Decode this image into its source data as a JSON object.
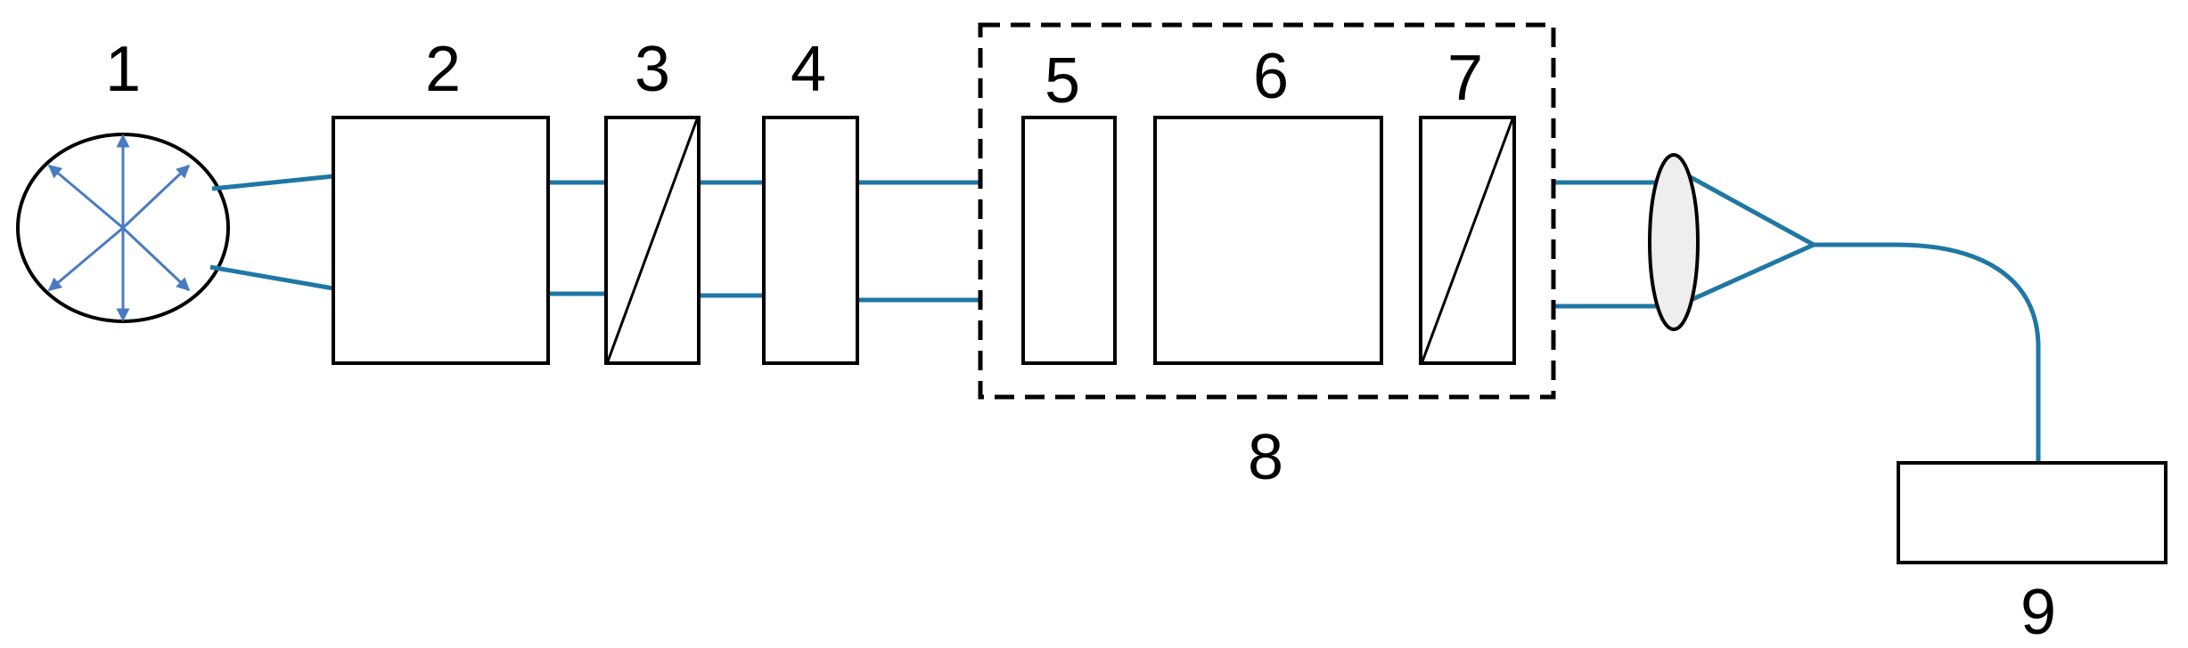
{
  "colors": {
    "beam": "#1F77A5",
    "arrow": "#4A7BC0",
    "outline": "#000000",
    "lens_fill": "#EEEEEE"
  },
  "labels": {
    "source": "1",
    "block2": "2",
    "block3": "3",
    "block4": "4",
    "block5": "5",
    "block6": "6",
    "block7": "7",
    "group8": "8",
    "detector": "9"
  },
  "icons": {
    "source": "radiating-arrows-ellipse",
    "lens": "biconvex-lens",
    "polarizer": "diagonal-line-box"
  }
}
